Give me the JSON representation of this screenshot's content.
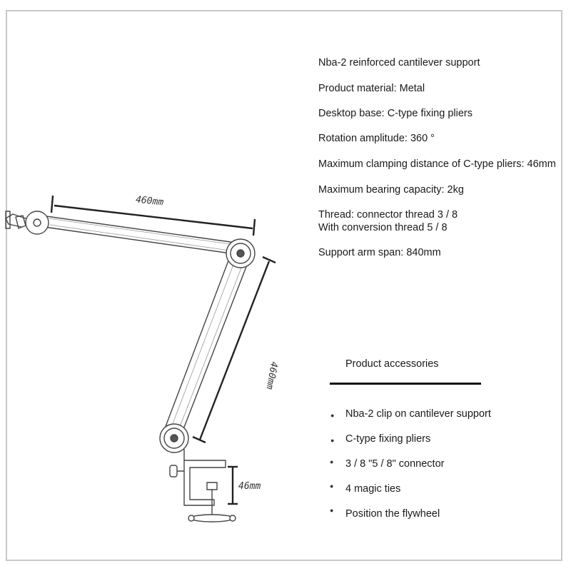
{
  "specs": {
    "title": "Nba-2 reinforced cantilever support",
    "material": "Product material: Metal",
    "base": "Desktop base: C-type fixing pliers",
    "rotation": "Rotation amplitude: 360 °",
    "clamping": "Maximum clamping distance of C-type pliers: 46mm",
    "bearing": "Maximum bearing capacity: 2kg",
    "thread_line1": "Thread: connector thread 3 / 8",
    "thread_line2": "With conversion thread 5 / 8",
    "span": "Support arm span: 840mm"
  },
  "accessories": {
    "heading": "Product accessories",
    "items": [
      "Nba-2 clip on cantilever support",
      "C-type fixing pliers",
      "3 / 8 \"5 / 8\" connector",
      "4 magic ties",
      "Position the flywheel"
    ]
  },
  "dimensions": {
    "upper_arm": "460mm",
    "lower_arm": "460mm",
    "clamp": "46mm"
  }
}
